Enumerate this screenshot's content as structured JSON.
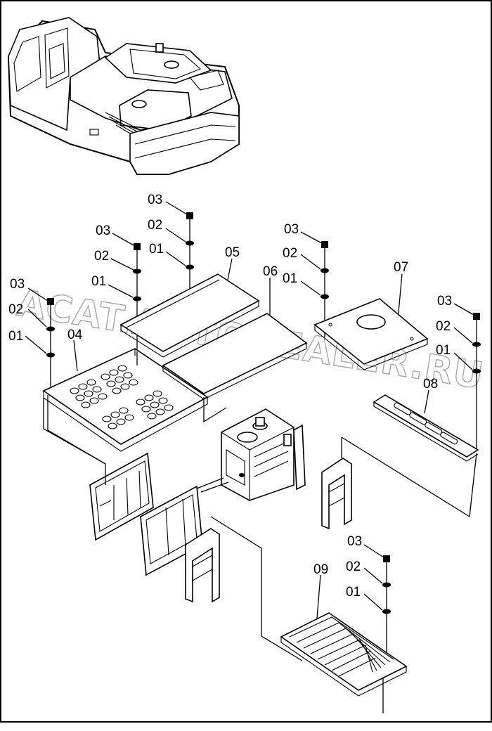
{
  "watermark": "ACAT.AUTODEALER.RU",
  "callouts": {
    "bolt": "03",
    "washer": "02",
    "lock_washer": "01",
    "cover_left": "04",
    "cover_mid": "05",
    "cover_mid2": "06",
    "cover_right": "07",
    "grille_small": "08",
    "grille_bottom": "09"
  }
}
